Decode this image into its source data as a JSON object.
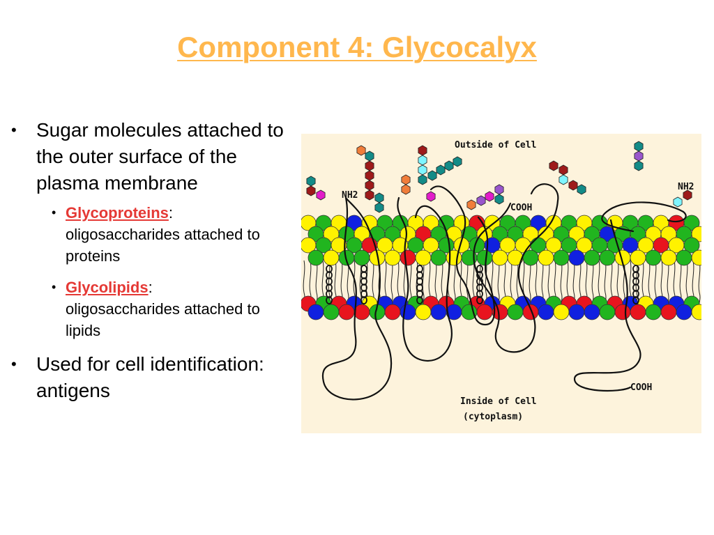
{
  "title": "Component 4: Glycocalyx",
  "colors": {
    "title": "#FFB74D",
    "term": "#E53935",
    "diagram_bg": "#FDF3DC",
    "lipid_yellow": "#FFF200",
    "lipid_green": "#21B51F",
    "lipid_red": "#E8141E",
    "lipid_blue": "#1020E0",
    "sugar_teal": "#138B87",
    "sugar_red": "#9E1A1A",
    "sugar_orange": "#F07D3A",
    "sugar_cyan": "#7FF5FF",
    "sugar_magenta": "#E21CC9",
    "sugar_purple": "#9955CC"
  },
  "bullets": [
    {
      "text": "Sugar molecules attached to the outer surface of the plasma membrane"
    },
    {
      "term": "Glycoproteins",
      "sep": ":",
      "text": "oligosaccharides attached to proteins"
    },
    {
      "term": "Glycolipids",
      "sep": ":",
      "text": "oligosaccharides attached to lipids"
    },
    {
      "text": "Used for cell identification: antigens"
    }
  ],
  "diagram": {
    "outside_label": "Outside of Cell",
    "nh2_left": "NH2",
    "nh2_right": "NH2",
    "cooh_top": "COOH",
    "cooh_bottom": "COOH",
    "inside_label_1": "Inside of Cell",
    "inside_label_2": "(cytoplasm)"
  }
}
